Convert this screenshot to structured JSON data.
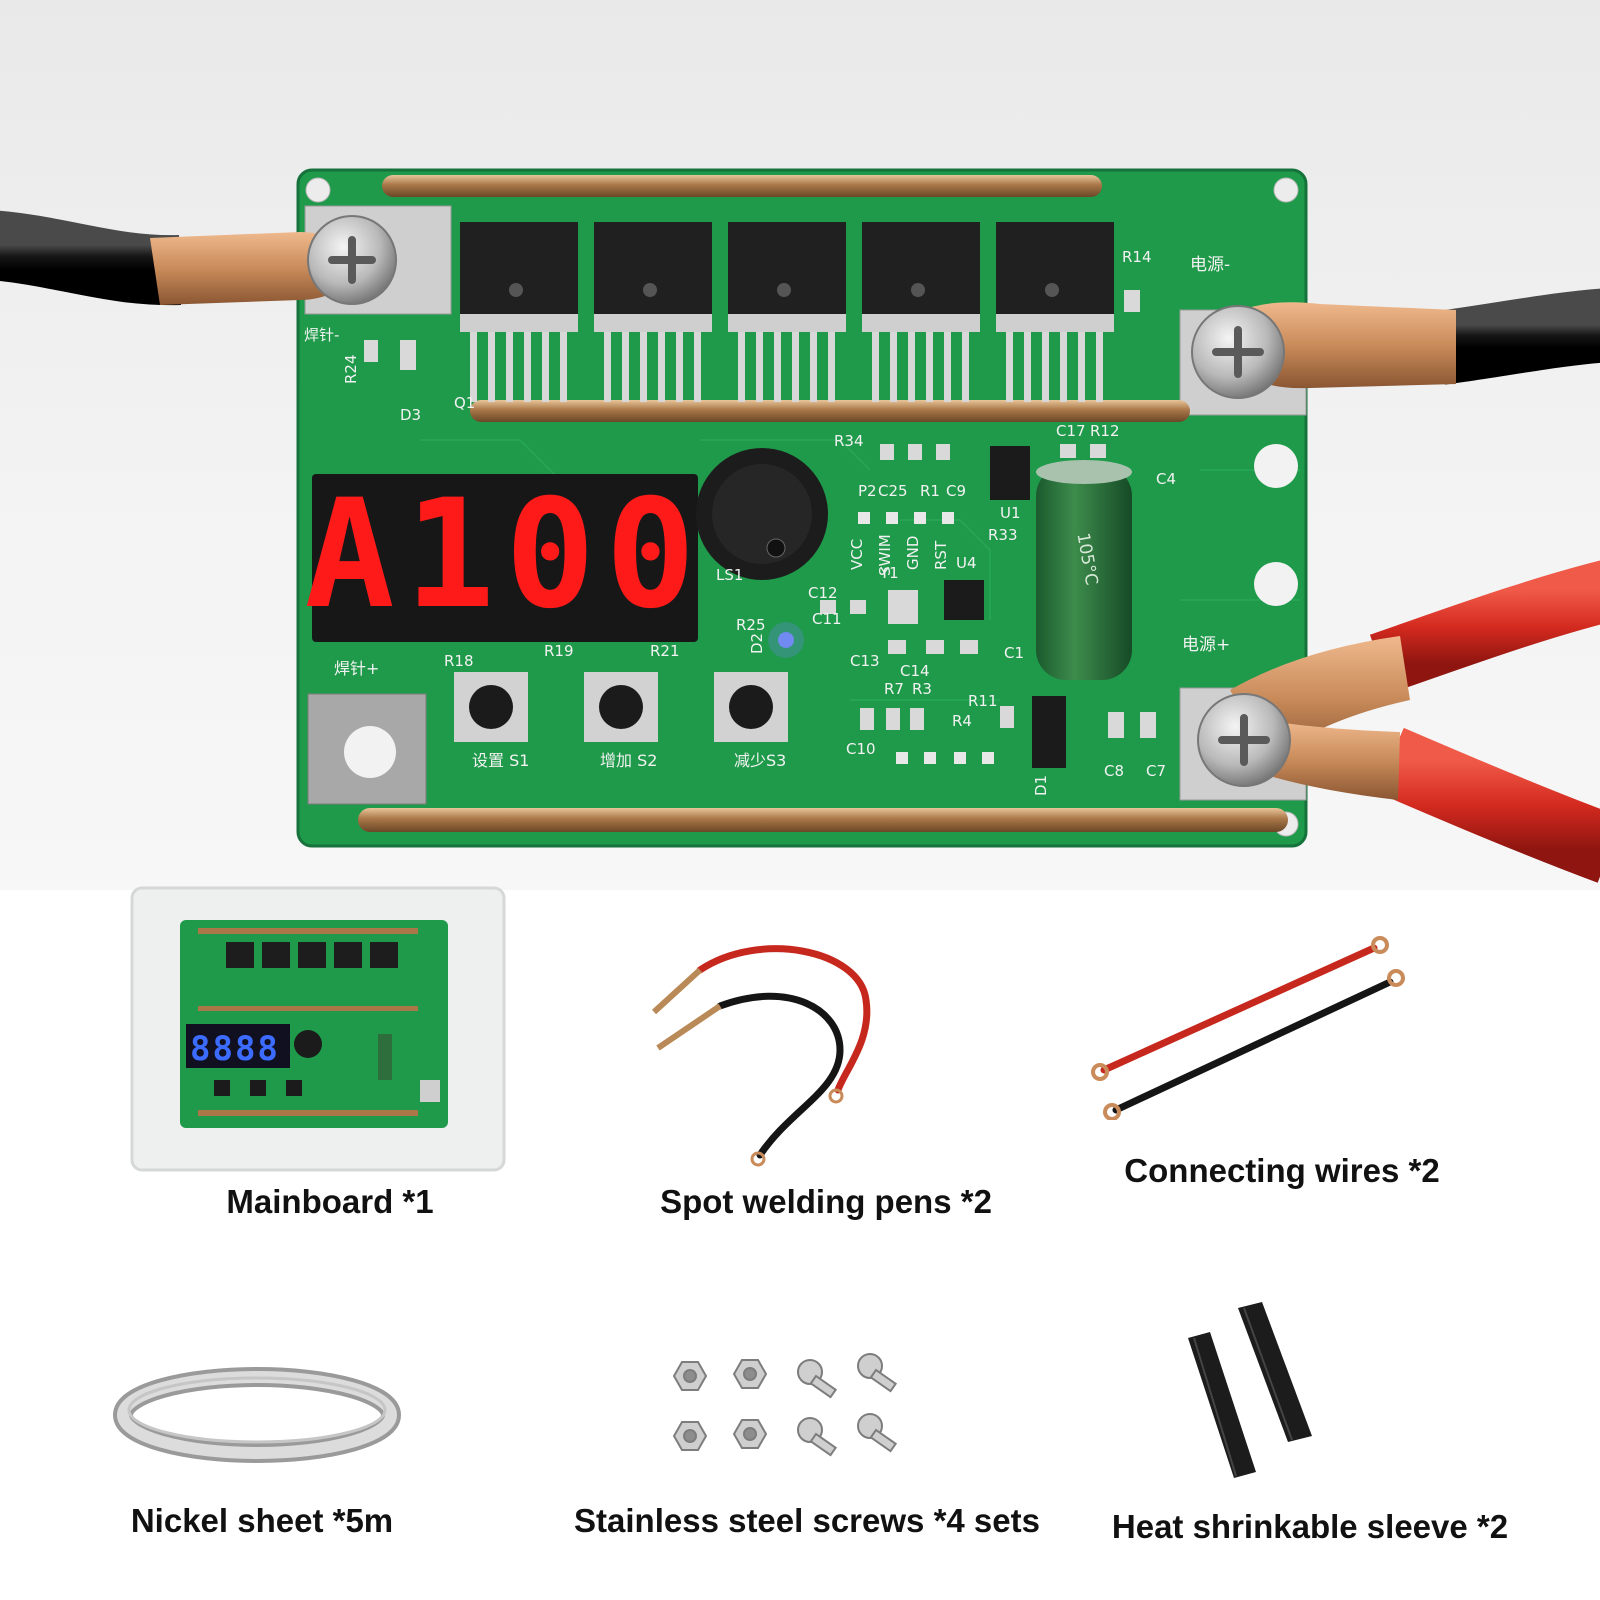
{
  "display": {
    "digits": "A100"
  },
  "board": {
    "silk": {
      "r14": "R14",
      "power_neg": "电源-",
      "power_pos": "电源+",
      "pen_neg": "焊针-",
      "pen_pos": "焊针+",
      "r24": "R24",
      "d3": "D3",
      "q1": "Q1",
      "r34": "R34",
      "c17": "C17",
      "r12": "R12",
      "c4": "C4",
      "p2": "P2",
      "c25": "C25",
      "r1": "R1",
      "c9": "C9",
      "vcc": "VCC",
      "swim": "SWIM",
      "gnd": "GND",
      "rst": "RST",
      "u1": "U1",
      "r33": "R33",
      "u4": "U4",
      "y1": "Y1",
      "ls1": "LS1",
      "c12": "C12",
      "c11": "C11",
      "r25": "R25",
      "d2": "D2",
      "c13": "C13",
      "c14": "C14",
      "c1": "C1",
      "r7": "R7",
      "r3": "R3",
      "r11": "R11",
      "r4": "R4",
      "c10": "C10",
      "c8": "C8",
      "c7": "C7",
      "d1": "D1",
      "r18": "R18",
      "r19": "R19",
      "r21": "R21",
      "s1": "设置 S1",
      "s2": "增加 S2",
      "s3": "减少S3",
      "cap_text": "105°C"
    }
  },
  "items": [
    {
      "label": "Mainboard *1"
    },
    {
      "label": "Spot welding pens *2"
    },
    {
      "label": "Connecting wires *2"
    },
    {
      "label": "Nickel sheet *5m"
    },
    {
      "label": "Stainless steel screws *4 sets"
    },
    {
      "label": "Heat shrinkable sleeve *2"
    }
  ],
  "colors": {
    "pcb": "#1f9a4a",
    "pcb_dark": "#167a39",
    "display_on": "#ff1a1a",
    "wire_red": "#d42a1f",
    "wire_black": "#141414",
    "copper": "#c98b5a"
  }
}
